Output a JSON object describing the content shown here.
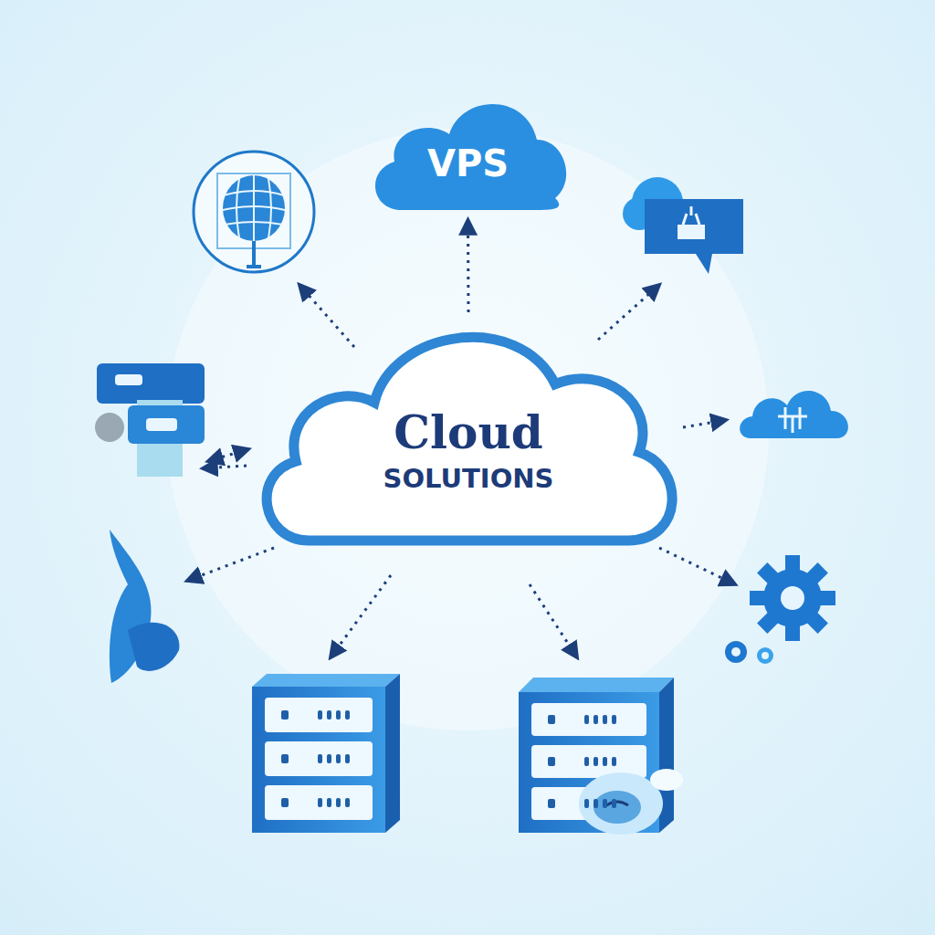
{
  "diagram": {
    "nodes": [
      {
        "text": [
          "VPS"
        ]
      },
      {
        "text": [
          "Cloud",
          "SOLUTIONS"
        ]
      }
    ],
    "edges": [
      {
        "from": 1,
        "to": 0,
        "arrow": "to"
      }
    ]
  }
}
